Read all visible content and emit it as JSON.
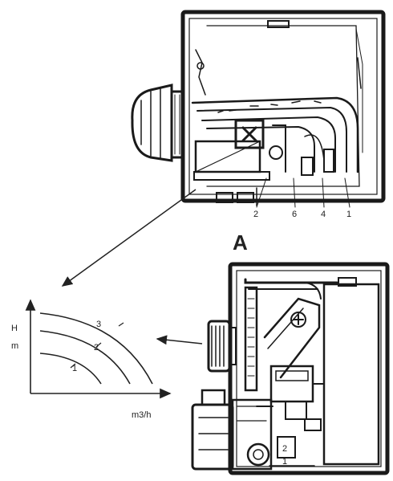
{
  "figure": {
    "label_a": "A",
    "graph": {
      "y_axis_label": "H",
      "y_axis_unit": "m",
      "x_axis_label": "m3/h",
      "curve_labels": [
        "1",
        "2",
        "3"
      ]
    },
    "upper_callouts": [
      "2",
      "6",
      "4",
      "1"
    ],
    "lower_callouts": [
      "2",
      "1"
    ]
  }
}
